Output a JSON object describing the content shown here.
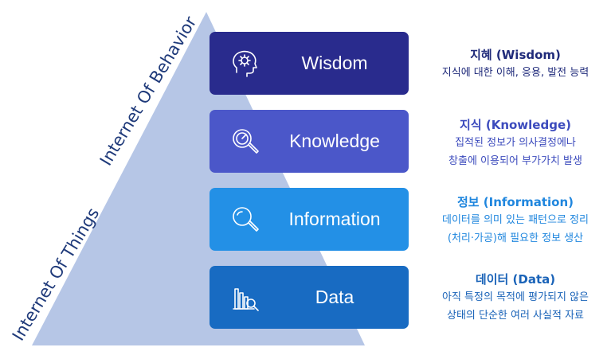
{
  "side_labels": {
    "upper": "Internet Of Behavior",
    "lower": "Internet Of Things"
  },
  "colors": {
    "pyramid": "#b6c6e6",
    "side_label": "#1f3a7a"
  },
  "levels": [
    {
      "title": "Wisdom",
      "icon": "brain-gear-icon",
      "box_color": "#292b8d",
      "text_color": "#1f2a7a",
      "desc_title": "지혜 (Wisdom)",
      "desc_lines": [
        "지식에 대한 이해, 응용, 발전 능력"
      ]
    },
    {
      "title": "Knowledge",
      "icon": "magnifier-chart-icon",
      "box_color": "#4b57c9",
      "text_color": "#3c4bbd",
      "desc_title": "지식 (Knowledge)",
      "desc_lines": [
        "집적된 정보가 의사결정에나",
        "창출에 이용되어 부가가치 발생"
      ]
    },
    {
      "title": "Information",
      "icon": "search-icon",
      "box_color": "#2390e6",
      "text_color": "#1f86de",
      "desc_title": "정보 (Information)",
      "desc_lines": [
        "데이터를 의미 있는 패턴으로 정리",
        "(처리·가공)해 필요한 정보 생산"
      ]
    },
    {
      "title": "Data",
      "icon": "bar-chart-search-icon",
      "box_color": "#186bc2",
      "text_color": "#1a63b8",
      "desc_title": "데이터 (Data)",
      "desc_lines": [
        "아직 특정의 목적에 평가되지 않은",
        "상태의 단순한 여러 사실적 자료"
      ]
    }
  ]
}
